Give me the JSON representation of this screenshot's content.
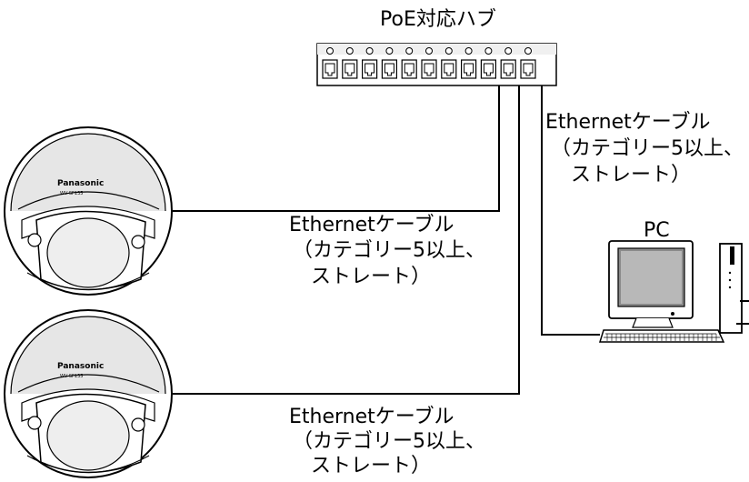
{
  "hub": {
    "label": "PoE対応ハブ",
    "port_count": 11
  },
  "pc": {
    "label": "PC"
  },
  "cameras": [
    {
      "brand": "Panasonic",
      "model": "WV-SF135"
    },
    {
      "brand": "Panasonic",
      "model": "WV-SF135"
    }
  ],
  "cables": {
    "pc_cable": {
      "line1": "Ethernetケーブル",
      "line2": "（カテゴリー5以上、",
      "line3": "ストレート）"
    },
    "camera1_cable": {
      "line1": "Ethernetケーブル",
      "line2": "（カテゴリー5以上、",
      "line3": "ストレート）"
    },
    "camera2_cable": {
      "line1": "Ethernetケーブル",
      "line2": "（カテゴリー5以上、",
      "line3": "ストレート）"
    }
  }
}
